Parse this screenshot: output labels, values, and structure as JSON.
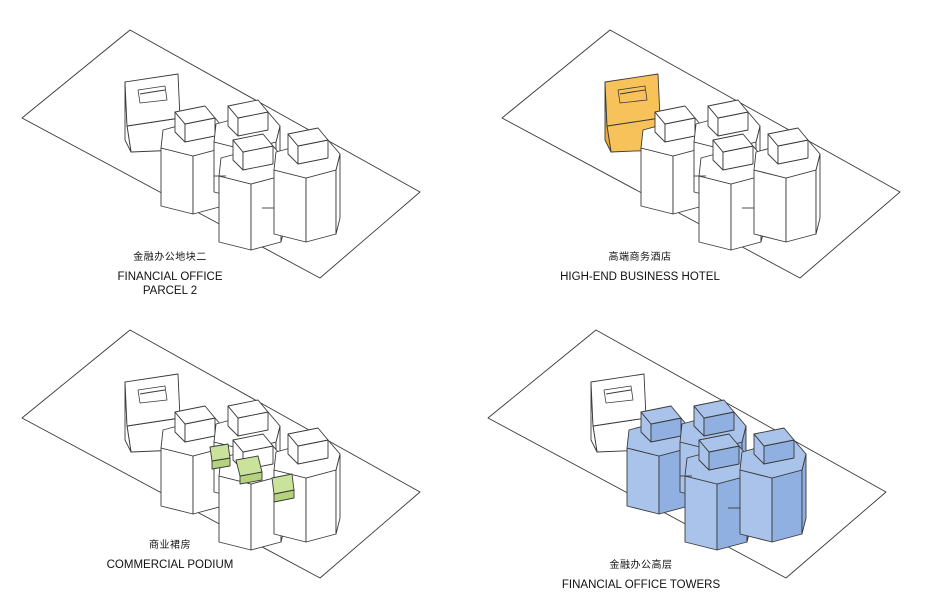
{
  "colors": {
    "line": "#3a3a3a",
    "fill": "#ffffff",
    "hotel": "#f7c25a",
    "hotel_dark": "#f0aa35",
    "podium": "#c9e39a",
    "podium_dark": "#b5d37e",
    "tower": "#a9c3ea",
    "tower_dark": "#8fb0e0"
  },
  "panels": [
    {
      "id": "parcel",
      "zh": "金融办公地块二",
      "en_lines": [
        "FINANCIAL OFFICE",
        "PARCEL 2"
      ],
      "highlight": "none"
    },
    {
      "id": "hotel",
      "zh": "高端商务酒店",
      "en_lines": [
        "HIGH-END BUSINESS HOTEL"
      ],
      "highlight": "hotel"
    },
    {
      "id": "podium",
      "zh": "商业裙房",
      "en_lines": [
        "COMMERCIAL PODIUM"
      ],
      "highlight": "podium"
    },
    {
      "id": "towers",
      "zh": "金融办公高层",
      "en_lines": [
        "FINANCIAL OFFICE TOWERS"
      ],
      "highlight": "towers"
    }
  ]
}
